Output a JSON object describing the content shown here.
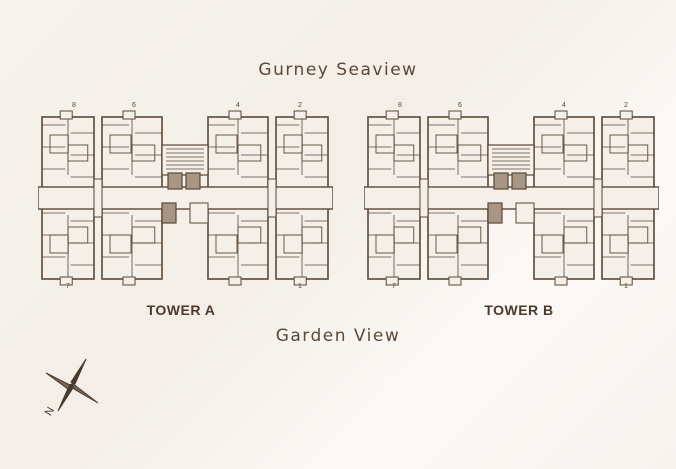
{
  "headings": {
    "top": "Gurney Seaview",
    "bottom": "Garden View"
  },
  "towers": [
    {
      "label": "TOWER A",
      "unit_numbers": {
        "top": [
          "8",
          "6",
          "4",
          "2"
        ],
        "bottom": [
          "7",
          "1"
        ]
      }
    },
    {
      "label": "TOWER B",
      "unit_numbers": {
        "top": [
          "8",
          "6",
          "4",
          "2"
        ],
        "bottom": [
          "7",
          "1"
        ]
      }
    }
  ],
  "compass": {
    "north_label": "N"
  },
  "colors": {
    "wall": "#5a4838",
    "fill_light": "#f4efe9",
    "core_fill": "#a89584",
    "heading_text": "#5a4838"
  }
}
